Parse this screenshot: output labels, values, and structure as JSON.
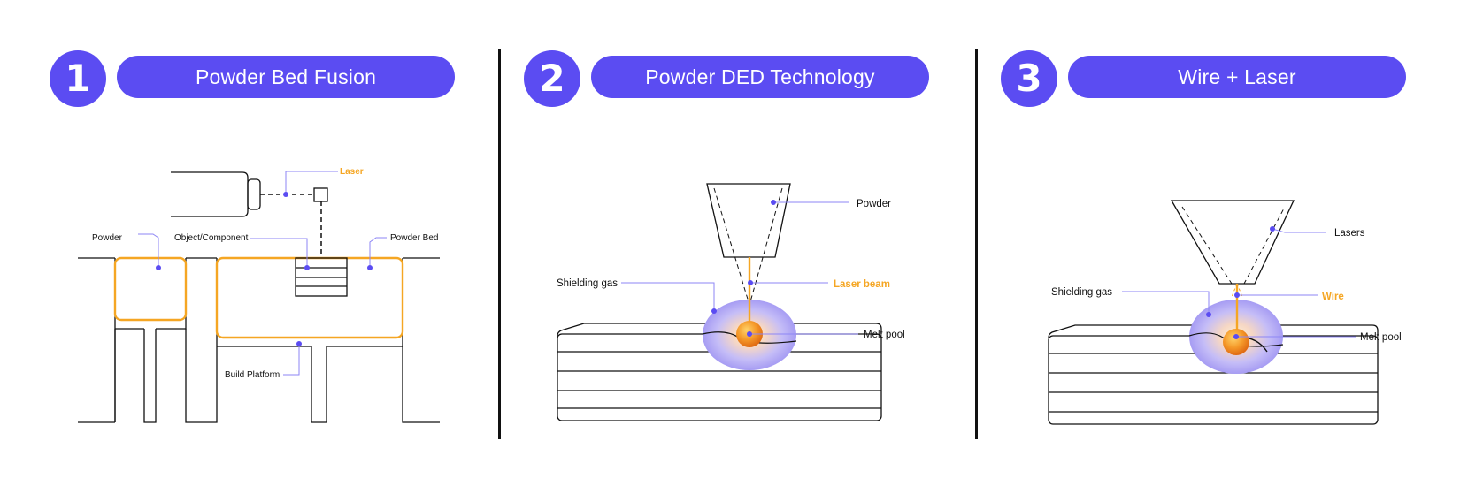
{
  "panels": [
    {
      "number": "1",
      "title": "Powder Bed Fusion",
      "labels": {
        "laser": "Laser",
        "powder": "Powder",
        "object": "Object/Component",
        "powder_bed": "Powder Bed",
        "build_platform": "Build Platform"
      }
    },
    {
      "number": "2",
      "title": "Powder DED Technology",
      "labels": {
        "powder": "Powder",
        "laser_beam": "Laser beam",
        "shielding_gas": "Shielding gas",
        "melt_pool": "Melt pool"
      }
    },
    {
      "number": "3",
      "title": "Wire + Laser",
      "labels": {
        "lasers": "Lasers",
        "wire": "Wire",
        "shielding_gas": "Shielding gas",
        "melt_pool": "Melt pool"
      }
    }
  ],
  "colors": {
    "accent": "#5b4cf2",
    "highlight": "#f5a623",
    "line": "#111111",
    "leader": "#8d86f5"
  }
}
